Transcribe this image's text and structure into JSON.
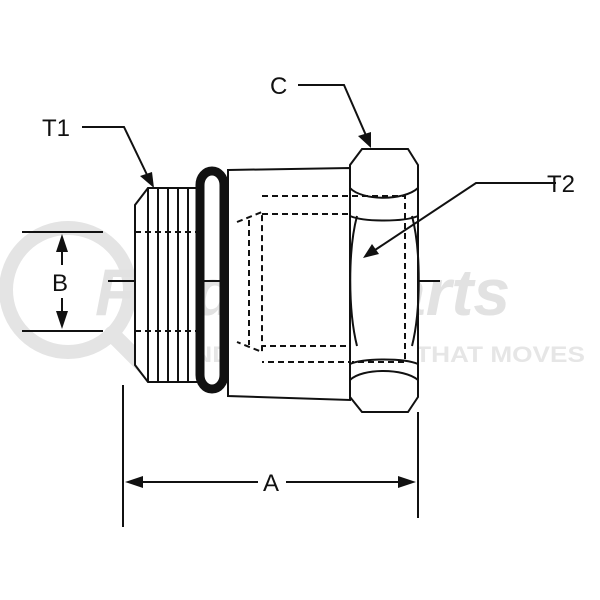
{
  "labels": {
    "t1": "T1",
    "t2": "T2",
    "c": "C",
    "b": "B",
    "a": "A"
  },
  "watermark": {
    "brand_first": "Finditt",
    "brand_second": "Parts",
    "tagline": "FIND EVERYTHING THAT MOVES",
    "colors": {
      "gray": "#e2e2e2",
      "red": "#f3d0d0"
    }
  },
  "drawing": {
    "line_color": "#111111",
    "background": "#ffffff"
  }
}
